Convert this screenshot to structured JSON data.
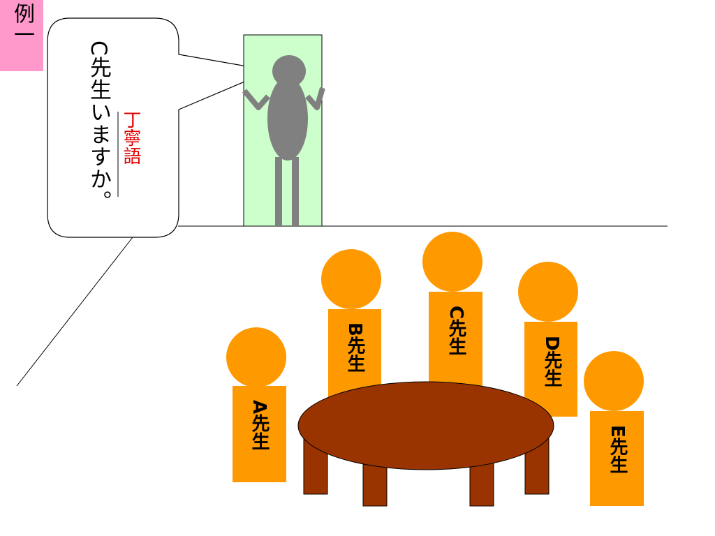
{
  "example_label": "例一",
  "speech_text": "C先生いますか。",
  "annotation": "丁寧語",
  "teachers": [
    "A先生",
    "B先生",
    "C先生",
    "D先生",
    "E先生"
  ],
  "colors": {
    "label_bg": "#ff99cc",
    "doorway": "#ccffcc",
    "visitor": "#808080",
    "teacher": "#ff9900",
    "table": "#993300",
    "annotation": "#e00000"
  }
}
